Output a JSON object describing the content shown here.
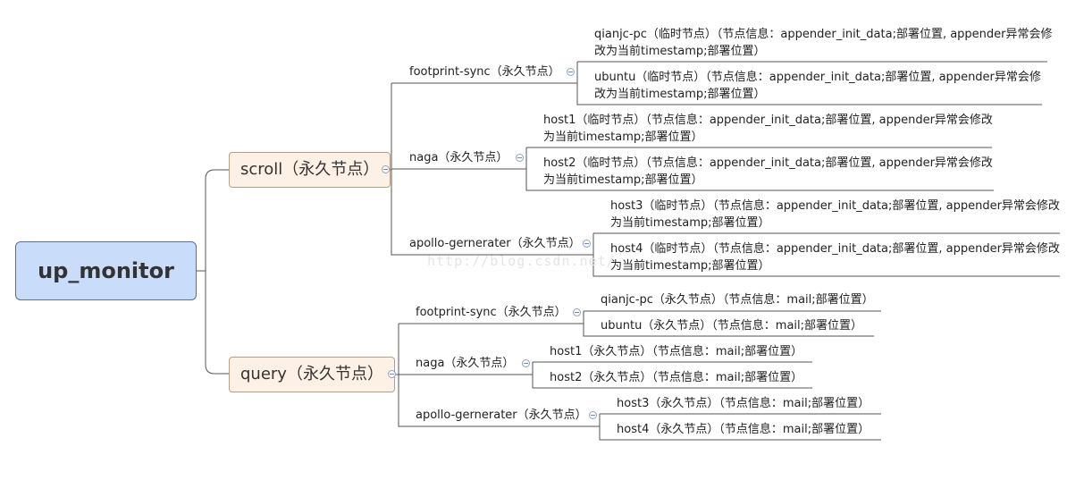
{
  "root": {
    "label": "up_monitor"
  },
  "scroll": {
    "label": "scroll（永久节点）",
    "children": [
      {
        "label": "footprint-sync（永久节点）",
        "leaves": [
          {
            "line1": "qianjc-pc（临时节点）（节点信息：appender_init_data;部署位置, appender异常会修",
            "line2": "改为当前timestamp;部署位置）"
          },
          {
            "line1": "ubuntu（临时节点）（节点信息：appender_init_data;部署位置, appender异常会修",
            "line2": "改为当前timestamp;部署位置）"
          }
        ]
      },
      {
        "label": "naga（永久节点）",
        "leaves": [
          {
            "line1": "host1（临时节点）（节点信息：appender_init_data;部署位置, appender异常会修改",
            "line2": "为当前timestamp;部署位置）"
          },
          {
            "line1": "host2（临时节点）（节点信息：appender_init_data;部署位置, appender异常会修改",
            "line2": "为当前timestamp;部署位置）"
          }
        ]
      },
      {
        "label": "apollo-gernerater（永久节点）",
        "leaves": [
          {
            "line1": "host3（临时节点）（节点信息：appender_init_data;部署位置, appender异常会修改",
            "line2": "为当前timestamp;部署位置）"
          },
          {
            "line1": "host4（临时节点）（节点信息：appender_init_data;部署位置, appender异常会修改",
            "line2": "为当前timestamp;部署位置）"
          }
        ]
      }
    ]
  },
  "query": {
    "label": "query（永久节点）",
    "children": [
      {
        "label": "footprint-sync（永久节点）",
        "leaves": [
          {
            "line1": "qianjc-pc（永久节点）（节点信息：mail;部署位置）"
          },
          {
            "line1": "ubuntu（永久节点）（节点信息：mail;部署位置）"
          }
        ]
      },
      {
        "label": "naga（永久节点）",
        "leaves": [
          {
            "line1": "host1（永久节点）（节点信息：mail;部署位置）"
          },
          {
            "line1": "host2（永久节点）（节点信息：mail;部署位置）"
          }
        ]
      },
      {
        "label": "apollo-gernerater（永久节点）",
        "leaves": [
          {
            "line1": "host3（永久节点）（节点信息：mail;部署位置）"
          },
          {
            "line1": "host4（永久节点）（节点信息：mail;部署位置）"
          }
        ]
      }
    ]
  },
  "watermark": "http://blog.csdn.net/"
}
